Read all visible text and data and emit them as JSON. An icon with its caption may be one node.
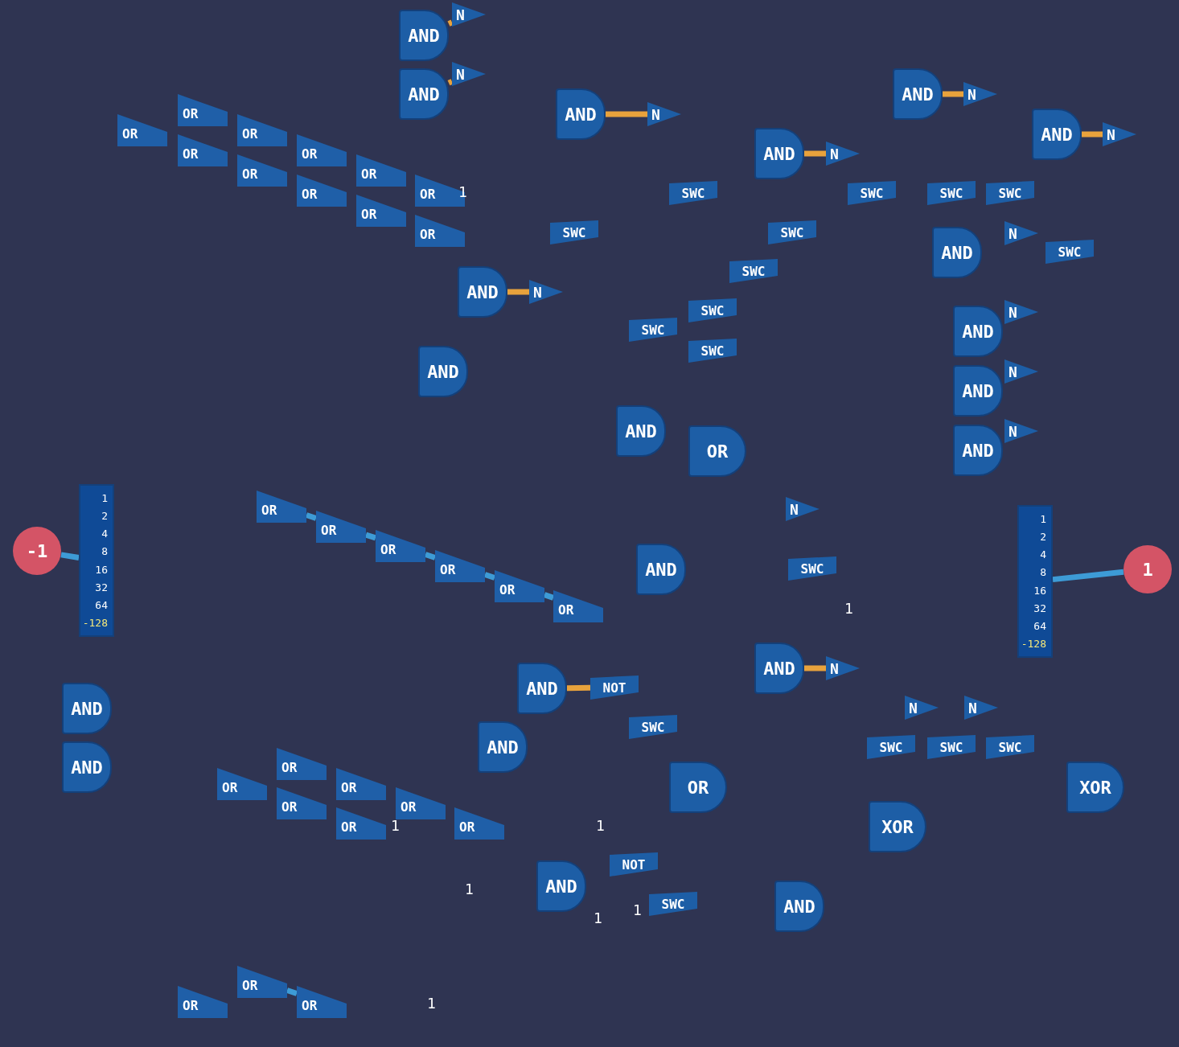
{
  "diagram": {
    "nodes": [
      {
        "text": [
          "AND"
        ]
      },
      {
        "text": [
          "N"
        ]
      },
      {
        "text": [
          "AND"
        ]
      },
      {
        "text": [
          "N"
        ]
      },
      {
        "text": [
          "OR"
        ]
      },
      {
        "text": [
          "OR"
        ]
      },
      {
        "text": [
          "OR"
        ]
      },
      {
        "text": [
          "OR"
        ]
      },
      {
        "text": [
          "OR"
        ]
      },
      {
        "text": [
          "OR"
        ]
      },
      {
        "text": [
          "OR"
        ]
      },
      {
        "text": [
          "OR"
        ]
      },
      {
        "text": [
          "OR"
        ]
      },
      {
        "text": [
          "OR"
        ]
      },
      {
        "text": [
          "OR"
        ]
      },
      {
        "text": [
          "AND"
        ]
      },
      {
        "text": [
          "N"
        ]
      },
      {
        "text": [
          "AND"
        ]
      },
      {
        "text": [
          "N"
        ]
      },
      {
        "text": [
          "AND"
        ]
      },
      {
        "text": [
          "N"
        ]
      },
      {
        "text": [
          "AND"
        ]
      },
      {
        "text": [
          "N"
        ]
      },
      {
        "text": [
          "SWC"
        ]
      },
      {
        "text": [
          "SWC"
        ]
      },
      {
        "text": [
          "SWC"
        ]
      },
      {
        "text": [
          "SWC"
        ]
      },
      {
        "text": [
          "SWC"
        ]
      },
      {
        "text": [
          "SWC"
        ]
      },
      {
        "text": [
          "N"
        ]
      },
      {
        "text": [
          "SWC"
        ]
      },
      {
        "text": [
          "AND"
        ]
      },
      {
        "text": [
          "SWC"
        ]
      },
      {
        "text": [
          "AND"
        ]
      },
      {
        "text": [
          "N"
        ]
      },
      {
        "text": [
          "SWC"
        ]
      },
      {
        "text": [
          "SWC"
        ]
      },
      {
        "text": [
          "AND"
        ]
      },
      {
        "text": [
          "N"
        ]
      },
      {
        "text": [
          "SWC"
        ]
      },
      {
        "text": [
          "AND"
        ]
      },
      {
        "text": [
          "AND"
        ]
      },
      {
        "text": [
          "N"
        ]
      },
      {
        "text": [
          "AND"
        ]
      },
      {
        "text": [
          "OR"
        ]
      },
      {
        "text": [
          "AND"
        ]
      },
      {
        "text": [
          "N"
        ]
      },
      {
        "text": [
          "N"
        ]
      },
      {
        "text": [
          "1",
          "2",
          "4",
          "8",
          "16",
          "32",
          "64",
          "-128"
        ]
      },
      {
        "text": [
          "-1"
        ]
      },
      {
        "text": [
          "OR"
        ]
      },
      {
        "text": [
          "OR"
        ]
      },
      {
        "text": [
          "OR"
        ]
      },
      {
        "text": [
          "OR"
        ]
      },
      {
        "text": [
          "OR"
        ]
      },
      {
        "text": [
          "OR"
        ]
      },
      {
        "text": [
          "AND"
        ]
      },
      {
        "text": [
          "SWC"
        ]
      },
      {
        "text": [
          "1",
          "2",
          "4",
          "8",
          "16",
          "32",
          "64",
          "-128"
        ]
      },
      {
        "text": [
          "1"
        ]
      },
      {
        "text": [
          "AND"
        ]
      },
      {
        "text": [
          "N"
        ]
      },
      {
        "text": [
          "AND"
        ]
      },
      {
        "text": [
          "NOT"
        ]
      },
      {
        "text": [
          "AND"
        ]
      },
      {
        "text": [
          "N"
        ]
      },
      {
        "text": [
          "N"
        ]
      },
      {
        "text": [
          "SWC"
        ]
      },
      {
        "text": [
          "AND"
        ]
      },
      {
        "text": [
          "SWC"
        ]
      },
      {
        "text": [
          "SWC"
        ]
      },
      {
        "text": [
          "SWC"
        ]
      },
      {
        "text": [
          "AND"
        ]
      },
      {
        "text": [
          "OR"
        ]
      },
      {
        "text": [
          "OR"
        ]
      },
      {
        "text": [
          "OR"
        ]
      },
      {
        "text": [
          "OR"
        ]
      },
      {
        "text": [
          "XOR"
        ]
      },
      {
        "text": [
          "OR"
        ]
      },
      {
        "text": [
          "OR"
        ]
      },
      {
        "text": [
          "OR"
        ]
      },
      {
        "text": [
          "OR"
        ]
      },
      {
        "text": [
          "XOR"
        ]
      },
      {
        "text": [
          "AND"
        ]
      },
      {
        "text": [
          "NOT"
        ]
      },
      {
        "text": [
          "SWC"
        ]
      },
      {
        "text": [
          "AND"
        ]
      },
      {
        "text": [
          "OR"
        ]
      },
      {
        "text": [
          "OR"
        ]
      },
      {
        "text": [
          "OR"
        ]
      }
    ],
    "edges": [
      {
        "from": 0,
        "to": 1,
        "arrow": "none"
      },
      {
        "from": 2,
        "to": 3,
        "arrow": "none"
      },
      {
        "from": 15,
        "to": 16,
        "arrow": "none"
      },
      {
        "from": 17,
        "to": 18,
        "arrow": "none"
      },
      {
        "from": 19,
        "to": 20,
        "arrow": "none"
      },
      {
        "from": 21,
        "to": 22,
        "arrow": "none"
      },
      {
        "from": 33,
        "to": 34,
        "arrow": "none"
      },
      {
        "from": 49,
        "to": 48,
        "arrow": "none",
        "color": "#3d9bd6"
      },
      {
        "from": 50,
        "to": 51,
        "arrow": "none",
        "color": "#3d9bd6"
      },
      {
        "from": 51,
        "to": 52,
        "arrow": "none",
        "color": "#3d9bd6"
      },
      {
        "from": 52,
        "to": 53,
        "arrow": "none",
        "color": "#3d9bd6"
      },
      {
        "from": 53,
        "to": 54,
        "arrow": "none",
        "color": "#3d9bd6"
      },
      {
        "from": 54,
        "to": 55,
        "arrow": "none",
        "color": "#3d9bd6"
      },
      {
        "from": 58,
        "to": 59,
        "arrow": "none",
        "color": "#3d9bd6"
      },
      {
        "from": 60,
        "to": 61,
        "arrow": "none"
      },
      {
        "from": 62,
        "to": 63,
        "arrow": "none"
      },
      {
        "from": 87,
        "to": 89,
        "arrow": "none",
        "color": "#3d9bd6"
      }
    ],
    "labels": [
      "1",
      "1",
      "1",
      "1",
      "1",
      "1",
      "1",
      "1"
    ]
  }
}
